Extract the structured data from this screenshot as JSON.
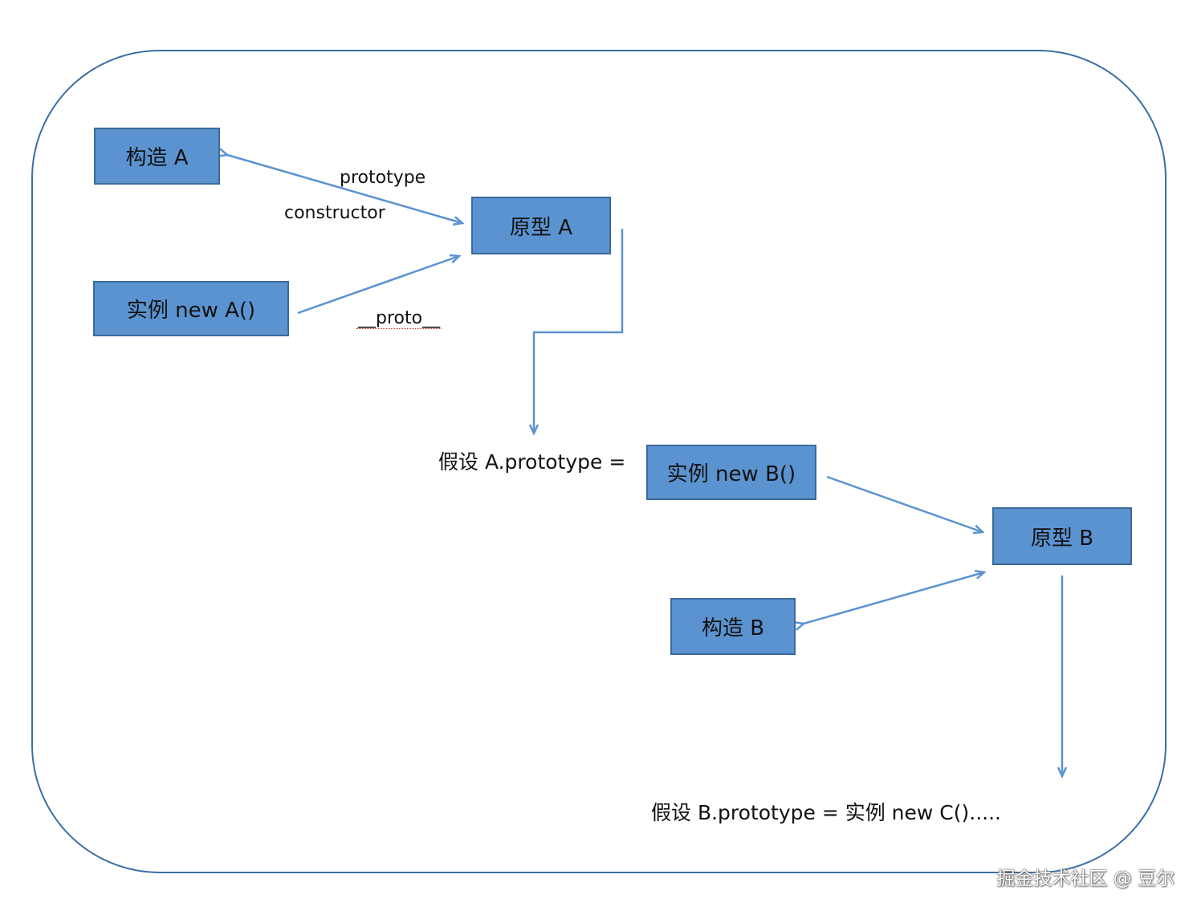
{
  "boxes": {
    "ctor_a": "构造 A",
    "proto_a": "原型 A",
    "inst_a": "实例 new A()",
    "inst_b": "实例 new B()",
    "proto_b": "原型 B",
    "ctor_b": "构造 B"
  },
  "labels": {
    "prototype": "prototype",
    "constructor": "constructor",
    "proto": "__proto__",
    "assume_a": "假设 A.prototype =",
    "assume_b": "假设 B.prototype =  实例 new C()....."
  },
  "watermark": "掘金技术社区 @ 豆尔",
  "colors": {
    "frame": "#3b6fa5",
    "box_fill": "#5b93d0",
    "box_border": "#3a6a9c",
    "arrow": "#5b93d0"
  }
}
